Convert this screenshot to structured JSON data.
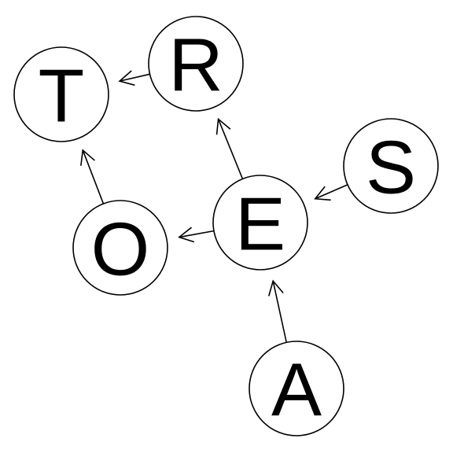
{
  "diagram": {
    "type": "directed-graph",
    "nodes": [
      {
        "id": "T",
        "label": "T"
      },
      {
        "id": "R",
        "label": "R"
      },
      {
        "id": "O",
        "label": "O"
      },
      {
        "id": "E",
        "label": "E"
      },
      {
        "id": "S",
        "label": "S"
      },
      {
        "id": "A",
        "label": "A"
      }
    ],
    "edges": [
      {
        "from": "R",
        "to": "T"
      },
      {
        "from": "O",
        "to": "T"
      },
      {
        "from": "E",
        "to": "R"
      },
      {
        "from": "E",
        "to": "O"
      },
      {
        "from": "S",
        "to": "E"
      },
      {
        "from": "A",
        "to": "E"
      }
    ],
    "colors": {
      "stroke": "#000000",
      "fill": "#ffffff",
      "text": "#000000"
    }
  }
}
